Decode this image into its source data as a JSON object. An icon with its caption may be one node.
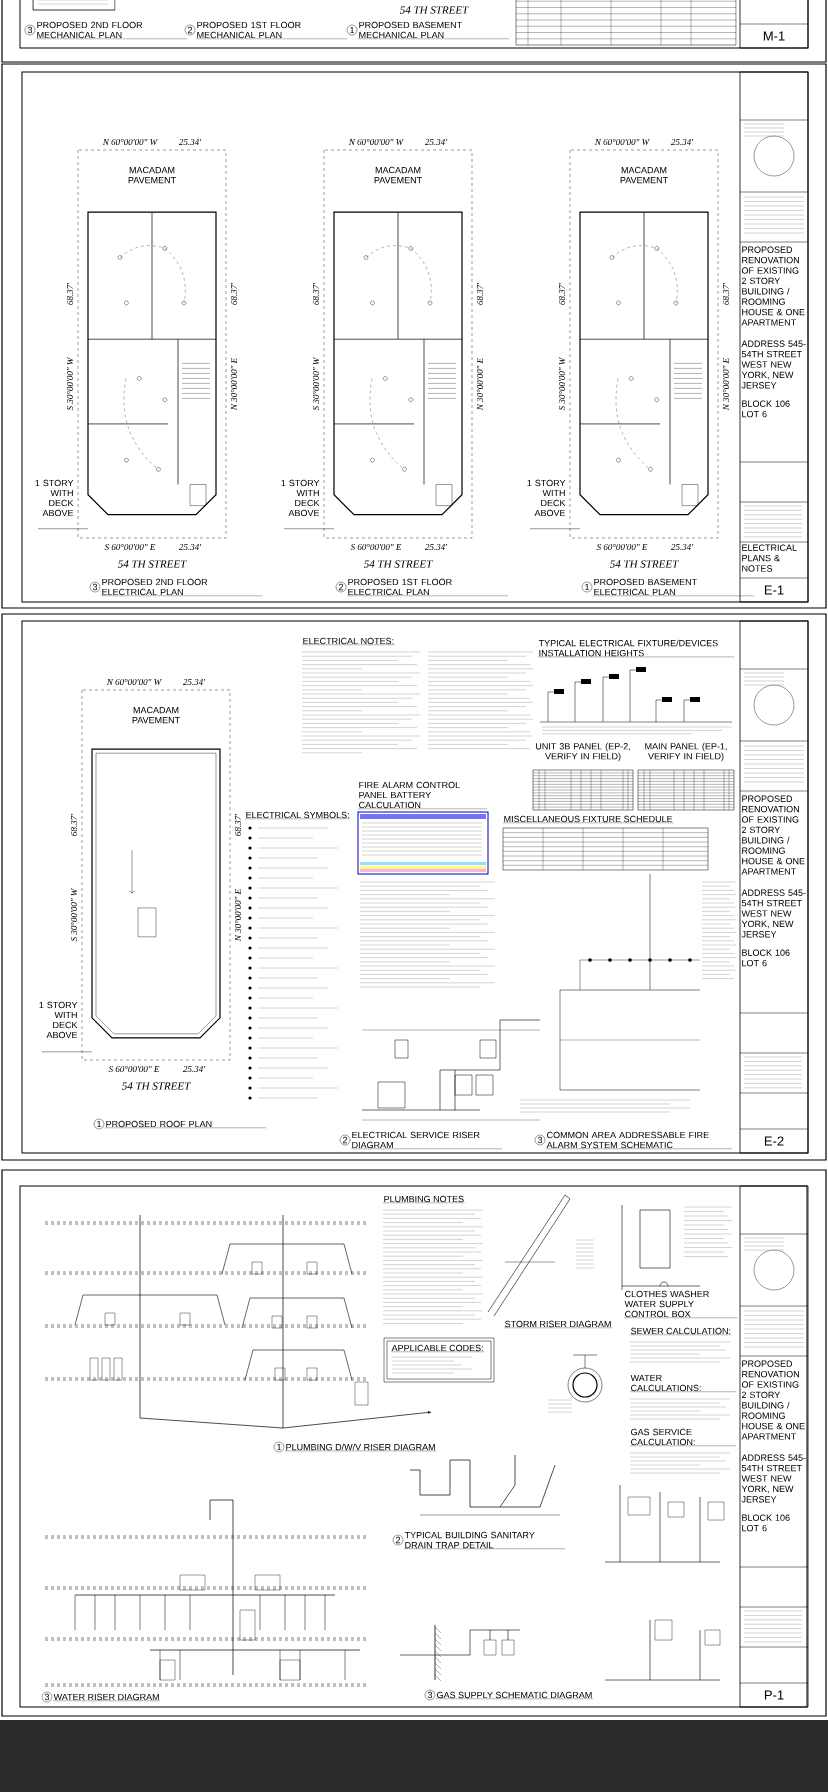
{
  "diagram": {
    "labels": [
      "54 TH STREET",
      "3",
      "PROPOSED 2ND FLOOR MECHANICAL PLAN",
      "2",
      "PROPOSED 1ST FLOOR MECHANICAL PLAN",
      "1",
      "PROPOSED BASEMENT MECHANICAL PLAN",
      "M-1",
      "N 60°00'00\" W",
      "25.34'",
      "MACADAM PAVEMENT",
      "S 30°00'00\" W",
      "68.37'",
      "N 30°00'00\" E",
      "68.37'",
      "1 STORY WITH DECK ABOVE",
      "S 60°00'00\" E",
      "25.34'",
      "54 TH STREET",
      "3",
      "PROPOSED 2ND FLOOR ELECTRICAL PLAN",
      "N 60°00'00\" W",
      "25.34'",
      "MACADAM PAVEMENT",
      "S 30°00'00\" W",
      "68.37'",
      "N 30°00'00\" E",
      "68.37'",
      "1 STORY WITH DECK ABOVE",
      "S 60°00'00\" E",
      "25.34'",
      "54 TH STREET",
      "2",
      "PROPOSED 1ST FLOOR ELECTRICAL PLAN",
      "N 60°00'00\" W",
      "25.34'",
      "MACADAM PAVEMENT",
      "S 30°00'00\" W",
      "68.37'",
      "N 30°00'00\" E",
      "68.37'",
      "1 STORY WITH DECK ABOVE",
      "S 60°00'00\" E",
      "25.34'",
      "54 TH STREET",
      "1",
      "PROPOSED BASEMENT ELECTRICAL PLAN",
      "PROPOSED RENOVATION OF EXISTING 2 STORY BUILDING / ROOMING HOUSE & ONE APARTMENT",
      "ADDRESS 545-54TH STREET WEST NEW YORK, NEW JERSEY",
      "BLOCK 106 LOT 6",
      "ELECTRICAL PLANS & NOTES",
      "E-1",
      "N 60°00'00\" W",
      "25.34'",
      "MACADAM PAVEMENT",
      "S 30°00'00\" W",
      "68.37'",
      "N 30°00'00\" E",
      "68.37'",
      "1 STORY WITH DECK ABOVE",
      "S 60°00'00\" E",
      "25.34'",
      "54 TH STREET",
      "1",
      "PROPOSED ROOF PLAN",
      "ELECTRICAL NOTES:",
      "TYPICAL ELECTRICAL FIXTURE/DEVICES INSTALLATION HEIGHTS",
      "UNIT 3B PANEL (EP-2, VERIFY IN FIELD)",
      "MAIN PANEL (EP-1, VERIFY IN FIELD)",
      "ELECTRICAL SYMBOLS:",
      "FIRE ALARM CONTROL PANEL BATTERY CALCULATION",
      "MISCELLANEOUS FIXTURE SCHEDULE",
      "2",
      "ELECTRICAL SERVICE RISER DIAGRAM",
      "3",
      "COMMON AREA ADDRESSABLE FIRE ALARM SYSTEM SCHEMATIC",
      "PROPOSED RENOVATION OF EXISTING 2 STORY BUILDING / ROOMING HOUSE & ONE APARTMENT",
      "ADDRESS 545-54TH STREET WEST NEW YORK, NEW JERSEY",
      "BLOCK 106 LOT 6",
      "E-2",
      "PLUMBING NOTES",
      "STORM RISER DIAGRAM",
      "CLOTHES WASHER WATER SUPPLY CONTROL BOX",
      "SEWER CALCULATION:",
      "APPLICABLE CODES:",
      "WATER CALCULATIONS:",
      "1",
      "PLUMBING D/W/V RISER DIAGRAM",
      "GAS SERVICE CALCULATION:",
      "2",
      "TYPICAL BUILDING SANITARY DRAIN TRAP DETAIL",
      "3",
      "WATER RISER DIAGRAM",
      "3",
      "GAS SUPPLY SCHEMATIC DIAGRAM",
      "PROPOSED RENOVATION OF EXISTING 2 STORY BUILDING / ROOMING HOUSE & ONE APARTMENT",
      "ADDRESS 545-54TH STREET WEST NEW YORK, NEW JERSEY",
      "BLOCK 106 LOT 6",
      "P-1"
    ]
  }
}
